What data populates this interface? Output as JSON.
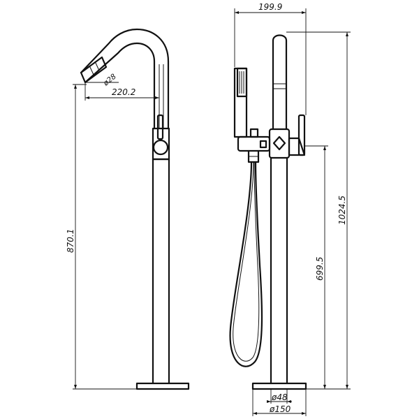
{
  "dimensions": {
    "spout_diameter": "ø28",
    "spout_reach": "220.2",
    "spout_height": "870.1",
    "overall_width": "199.9",
    "overall_height": "1024.5",
    "handset_holder_height": "699.5",
    "pipe_diameter": "ø48",
    "base_diameter": "ø150"
  }
}
